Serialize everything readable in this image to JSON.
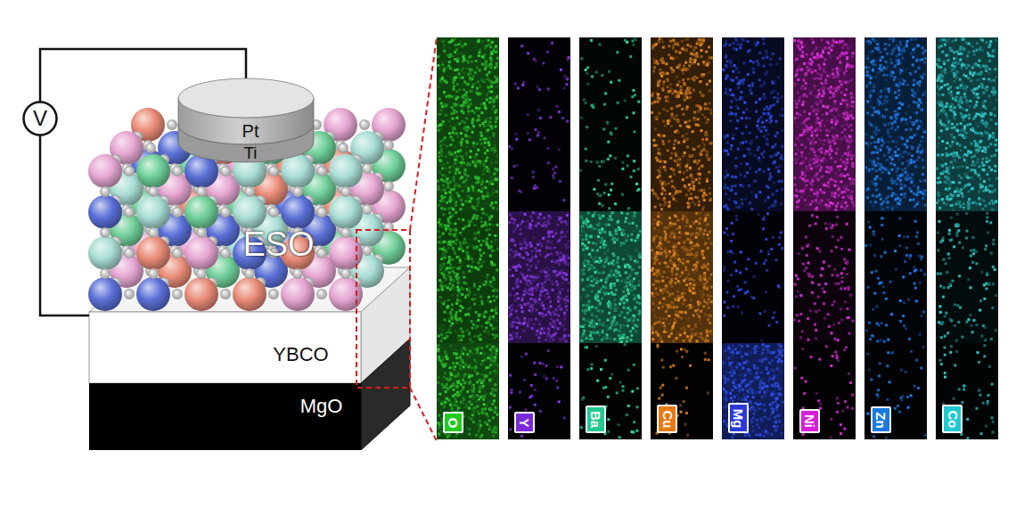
{
  "diagram": {
    "nodes": [
      {
        "text": [
          "V"
        ]
      },
      {
        "text": [
          "Pt",
          "Ti"
        ]
      },
      {
        "text": [
          "ESO"
        ]
      },
      {
        "text": [
          "YBCO"
        ]
      },
      {
        "text": [
          "MgO"
        ]
      },
      {
        "text": [
          "O"
        ]
      },
      {
        "text": [
          "Y"
        ]
      },
      {
        "text": [
          "Ba"
        ]
      },
      {
        "text": [
          "Cu"
        ]
      },
      {
        "text": [
          "Mg"
        ]
      },
      {
        "text": [
          "Ni"
        ]
      },
      {
        "text": [
          "Zn"
        ]
      },
      {
        "text": [
          "Co"
        ]
      }
    ],
    "edges": [
      {
        "from": 0,
        "to": 1,
        "arrow": "none"
      },
      {
        "from": 0,
        "to": 3,
        "arrow": "none"
      }
    ]
  }
}
